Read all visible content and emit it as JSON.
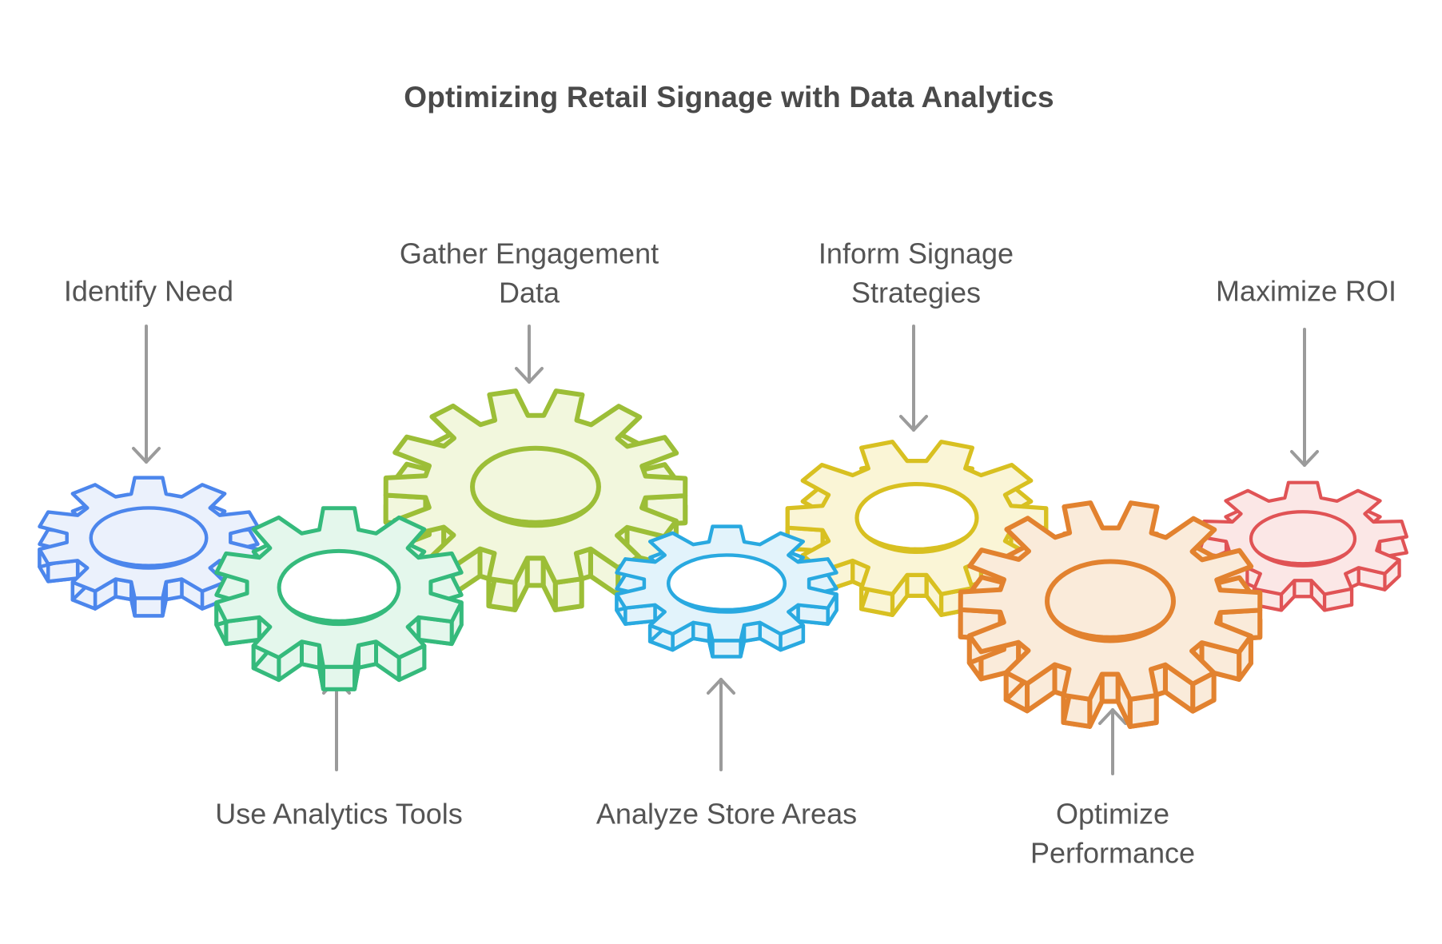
{
  "title": "Optimizing Retail Signage with Data Analytics",
  "steps": [
    {
      "id": "identify-need",
      "label": "Identify Need",
      "label_position": "top",
      "stroke": "#4C86EC",
      "fill": "#EBF1FC",
      "hole_fill": "#EBF1FC"
    },
    {
      "id": "use-analytics-tools",
      "label": "Use Analytics Tools",
      "label_position": "bottom",
      "stroke": "#35BA7C",
      "fill": "#E4F7EC",
      "hole_fill": "#FFFFFF"
    },
    {
      "id": "gather-engagement-data",
      "label": "Gather Engagement Data",
      "label_position": "top",
      "stroke": "#9CBE37",
      "fill": "#F2F7DD",
      "hole_fill": "#F2F7DD"
    },
    {
      "id": "analyze-store-areas",
      "label": "Analyze Store Areas",
      "label_position": "bottom",
      "stroke": "#29A9E0",
      "fill": "#E2F3FB",
      "hole_fill": "#FFFFFF"
    },
    {
      "id": "inform-signage-strategies",
      "label": "Inform Signage Strategies",
      "label_position": "top",
      "stroke": "#D8C021",
      "fill": "#FAF5D6",
      "hole_fill": "#FFFFFF"
    },
    {
      "id": "optimize-performance",
      "label": "Optimize Performance",
      "label_position": "bottom",
      "stroke": "#E2822F",
      "fill": "#FAEBDA",
      "hole_fill": "#FAEBDA"
    },
    {
      "id": "maximize-roi",
      "label": "Maximize ROI",
      "label_position": "top",
      "stroke": "#E05355",
      "fill": "#FBE7E6",
      "hole_fill": "#FBE7E6"
    }
  ],
  "arrow_color": "#9B9B9B",
  "text_color": "#545454",
  "title_color": "#4A4A4A",
  "background": "#FFFFFF"
}
